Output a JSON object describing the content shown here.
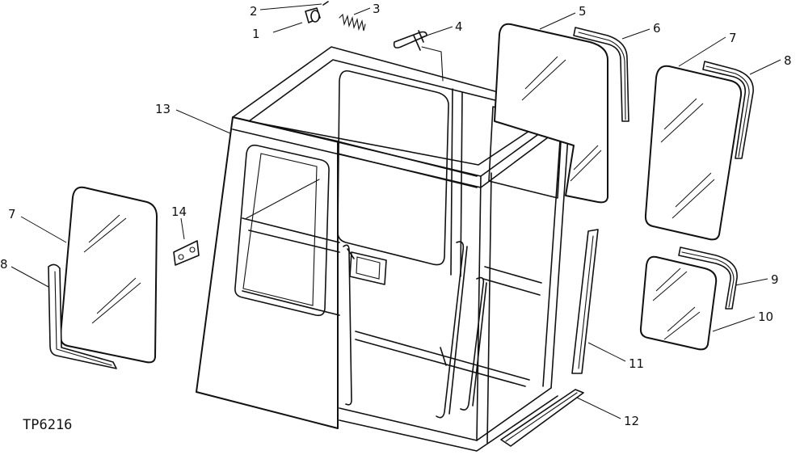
{
  "figure_id": "TP6216",
  "callouts": [
    {
      "key": "c1",
      "text": "1"
    },
    {
      "key": "c2",
      "text": "2"
    },
    {
      "key": "c3",
      "text": "3"
    },
    {
      "key": "c4",
      "text": "4"
    },
    {
      "key": "c5",
      "text": "5"
    },
    {
      "key": "c6",
      "text": "6"
    },
    {
      "key": "c7a",
      "text": "7"
    },
    {
      "key": "c8a",
      "text": "8"
    },
    {
      "key": "c13",
      "text": "13"
    },
    {
      "key": "c7b",
      "text": "7"
    },
    {
      "key": "c8b",
      "text": "8"
    },
    {
      "key": "c14",
      "text": "14"
    },
    {
      "key": "c9",
      "text": "9"
    },
    {
      "key": "c10",
      "text": "10"
    },
    {
      "key": "c11",
      "text": "11"
    },
    {
      "key": "c12",
      "text": "12"
    }
  ]
}
